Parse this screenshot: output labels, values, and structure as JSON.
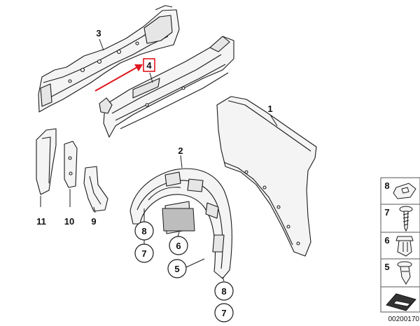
{
  "diagram": {
    "part_labels": {
      "p1": "1",
      "p2": "2",
      "p3": "3",
      "p4": "4",
      "p5": "5",
      "p6": "6",
      "p7": "7",
      "p8": "8",
      "p9": "9",
      "p10": "10",
      "p11": "11"
    },
    "legend": [
      "8",
      "7",
      "6",
      "5"
    ],
    "diagram_code": "00200170",
    "colors": {
      "line": "#1a1a1a",
      "part_fill": "#f4f4f4",
      "highlight": "#e0161c",
      "legend_box": "#555555"
    }
  }
}
